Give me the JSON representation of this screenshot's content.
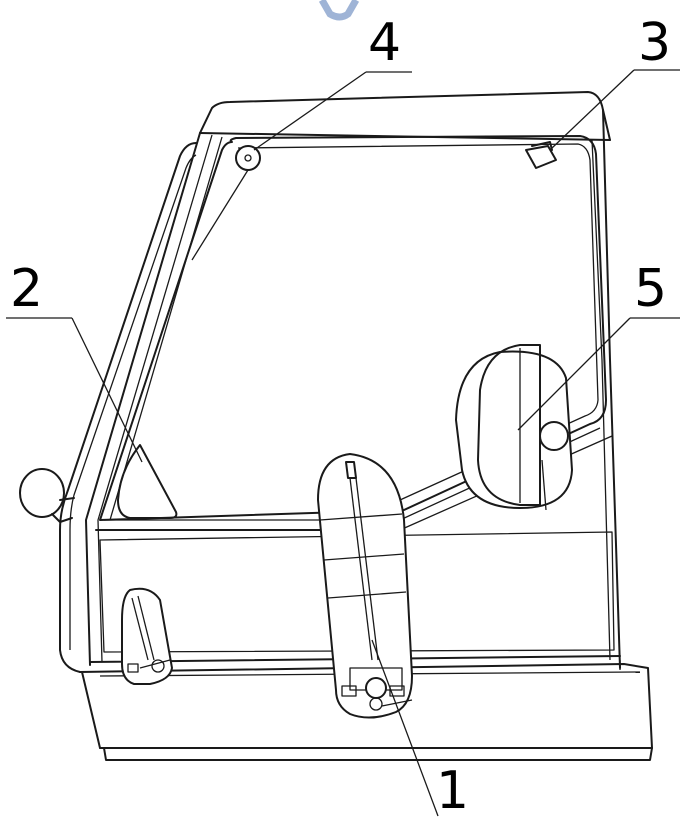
{
  "callouts": [
    {
      "id": "1",
      "label": "1"
    },
    {
      "id": "2",
      "label": "2"
    },
    {
      "id": "3",
      "label": "3"
    },
    {
      "id": "4",
      "label": "4"
    },
    {
      "id": "5",
      "label": "5"
    }
  ],
  "colors": {
    "line": "#1a1a1a",
    "background": "#ffffff",
    "accent_top": "#9fb4d6"
  }
}
